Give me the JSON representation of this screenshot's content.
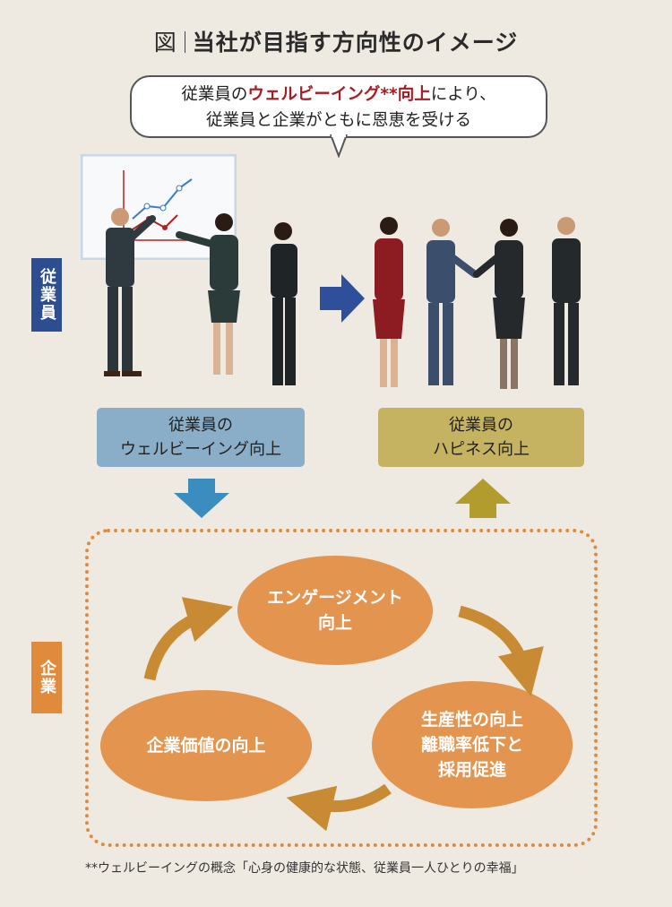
{
  "title": {
    "prefix": "図",
    "text": "当社が目指す方向性のイメージ"
  },
  "bubble": {
    "line1_pre": "従業員の",
    "line1_em": "ウェルビーイング**向上",
    "line1_post": "により、",
    "line2": "従業員と企業がともに恩恵を受ける"
  },
  "side_tags": {
    "employee": "従業員",
    "company": "企業"
  },
  "boxes": {
    "wellbeing": "従業員の\nウェルビーイング向上",
    "happiness": "従業員の\nハピネス向上"
  },
  "cycle": {
    "engagement": "エンゲージメント\n向上",
    "productivity": "生産性の向上\n離職率低下と\n採用促進",
    "value": "企業価値の向上"
  },
  "footnote": "**ウェルビーイングの概念「心身の健康的な状態、従業員一人ひとりの幸福」",
  "colors": {
    "background": "#efeae1",
    "accent_red": "#a51c24",
    "employee_tag": "#2c4d8f",
    "company_orange": "#e08a3c",
    "box_blue": "#8aaec7",
    "box_olive": "#c5b362",
    "arrow_blue": "#3b8dbf",
    "arrow_olive": "#b39c2e",
    "cycle_arrow": "#c88a33"
  }
}
